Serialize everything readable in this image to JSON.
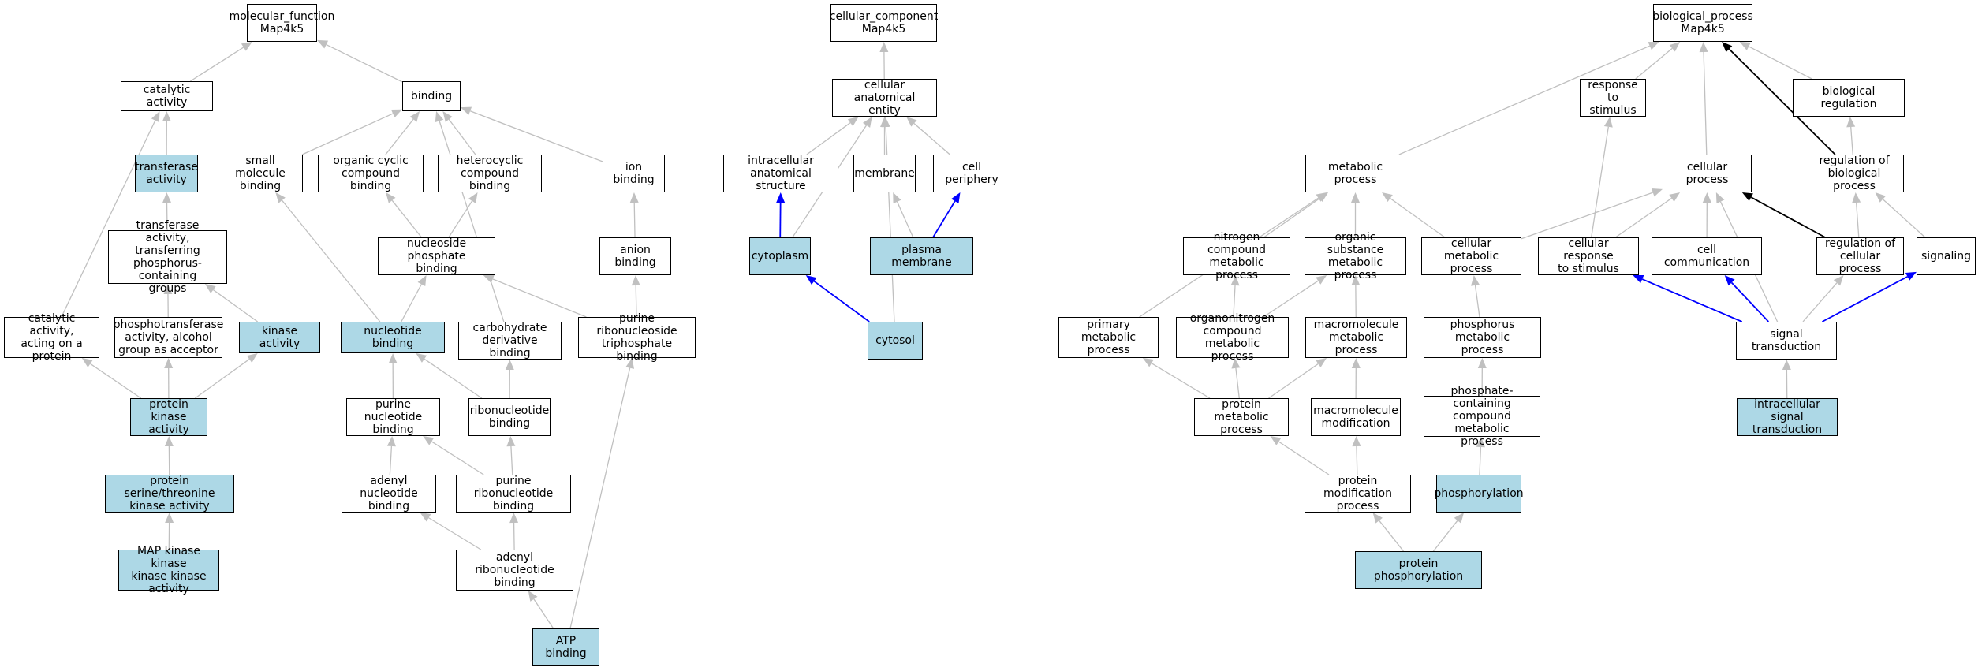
{
  "colors": {
    "highlight_fill": "#add8e6",
    "node_border": "#000000",
    "edge_default": "#c0c0c0",
    "edge_blue": "#0000ff",
    "edge_black": "#000000"
  },
  "nodes": {
    "mf_root": {
      "label": "molecular_function\nMap4k5",
      "hl": false
    },
    "catalytic_activity": {
      "label": "catalytic activity",
      "hl": false
    },
    "binding": {
      "label": "binding",
      "hl": false
    },
    "transferase_activity": {
      "label": "transferase\nactivity",
      "hl": true
    },
    "small_molecule_binding": {
      "label": "small molecule\nbinding",
      "hl": false
    },
    "organic_cyclic_binding": {
      "label": "organic cyclic\ncompound binding",
      "hl": false
    },
    "heterocyclic_binding": {
      "label": "heterocyclic\ncompound binding",
      "hl": false
    },
    "ion_binding": {
      "label": "ion binding",
      "hl": false
    },
    "transferase_phospho": {
      "label": "transferase\nactivity, transferring\nphosphorus-containing\ngroups",
      "hl": false
    },
    "nucleoside_phosphate_binding": {
      "label": "nucleoside phosphate\nbinding",
      "hl": false
    },
    "anion_binding": {
      "label": "anion binding",
      "hl": false
    },
    "catalytic_on_protein": {
      "label": "catalytic activity,\nacting on a\nprotein",
      "hl": false
    },
    "phosphotransferase": {
      "label": "phosphotransferase\nactivity, alcohol\ngroup as acceptor",
      "hl": false
    },
    "kinase_activity": {
      "label": "kinase activity",
      "hl": true
    },
    "nucleotide_binding": {
      "label": "nucleotide binding",
      "hl": true
    },
    "carbohydrate_deriv_binding": {
      "label": "carbohydrate\nderivative binding",
      "hl": false
    },
    "purine_ribonucleoside_tp_binding": {
      "label": "purine ribonucleoside\ntriphosphate\nbinding",
      "hl": false
    },
    "protein_kinase_activity": {
      "label": "protein kinase\nactivity",
      "hl": true
    },
    "purine_nucleotide_binding": {
      "label": "purine nucleotide\nbinding",
      "hl": false
    },
    "ribonucleotide_binding": {
      "label": "ribonucleotide\nbinding",
      "hl": false
    },
    "protein_ser_thr_kinase": {
      "label": "protein serine/threonine\nkinase activity",
      "hl": true
    },
    "adenyl_nucleotide_binding": {
      "label": "adenyl nucleotide\nbinding",
      "hl": false
    },
    "purine_ribonucleotide_binding": {
      "label": "purine ribonucleotide\nbinding",
      "hl": false
    },
    "map_kkk_activity": {
      "label": "MAP kinase kinase\nkinase kinase\nactivity",
      "hl": true
    },
    "adenyl_ribonucleotide_binding": {
      "label": "adenyl ribonucleotide\nbinding",
      "hl": false
    },
    "atp_binding": {
      "label": "ATP binding",
      "hl": true
    },
    "cc_root": {
      "label": "cellular_component\nMap4k5",
      "hl": false
    },
    "cellular_anatomical_entity": {
      "label": "cellular anatomical\nentity",
      "hl": false
    },
    "intracellular_structure": {
      "label": "intracellular\nanatomical structure",
      "hl": false
    },
    "membrane": {
      "label": "membrane",
      "hl": false
    },
    "cell_periphery": {
      "label": "cell periphery",
      "hl": false
    },
    "cytoplasm": {
      "label": "cytoplasm",
      "hl": true
    },
    "plasma_membrane": {
      "label": "plasma membrane",
      "hl": true
    },
    "cytosol": {
      "label": "cytosol",
      "hl": true
    },
    "bp_root": {
      "label": "biological_process\nMap4k5",
      "hl": false
    },
    "response_to_stimulus": {
      "label": "response to\nstimulus",
      "hl": false
    },
    "biological_regulation": {
      "label": "biological regulation",
      "hl": false
    },
    "metabolic_process": {
      "label": "metabolic process",
      "hl": false
    },
    "cellular_process": {
      "label": "cellular process",
      "hl": false
    },
    "regulation_bio_process": {
      "label": "regulation of\nbiological process",
      "hl": false
    },
    "nitrogen_compound_metabolic": {
      "label": "nitrogen compound\nmetabolic process",
      "hl": false
    },
    "organic_substance_metabolic": {
      "label": "organic substance\nmetabolic process",
      "hl": false
    },
    "cellular_metabolic": {
      "label": "cellular metabolic\nprocess",
      "hl": false
    },
    "cellular_response_stimulus": {
      "label": "cellular response\nto stimulus",
      "hl": false
    },
    "cell_communication": {
      "label": "cell communication",
      "hl": false
    },
    "regulation_cellular_process": {
      "label": "regulation of\ncellular process",
      "hl": false
    },
    "signaling": {
      "label": "signaling",
      "hl": false
    },
    "primary_metabolic": {
      "label": "primary metabolic\nprocess",
      "hl": false
    },
    "organonitrogen_metabolic": {
      "label": "organonitrogen\ncompound metabolic\nprocess",
      "hl": false
    },
    "macromolecule_metabolic": {
      "label": "macromolecule\nmetabolic process",
      "hl": false
    },
    "phosphorus_metabolic": {
      "label": "phosphorus metabolic\nprocess",
      "hl": false
    },
    "signal_transduction": {
      "label": "signal transduction",
      "hl": false
    },
    "protein_metabolic": {
      "label": "protein metabolic\nprocess",
      "hl": false
    },
    "macromolecule_modification": {
      "label": "macromolecule\nmodification",
      "hl": false
    },
    "phosphate_compound_metabolic": {
      "label": "phosphate-containing\ncompound metabolic\nprocess",
      "hl": false
    },
    "intracellular_signal_transduction": {
      "label": "intracellular\nsignal transduction",
      "hl": true
    },
    "protein_modification_process": {
      "label": "protein modification\nprocess",
      "hl": false
    },
    "phosphorylation": {
      "label": "phosphorylation",
      "hl": true
    },
    "protein_phosphorylation": {
      "label": "protein phosphorylation",
      "hl": true
    }
  },
  "edges": [
    [
      "catalytic_activity",
      "mf_root",
      "gray"
    ],
    [
      "binding",
      "mf_root",
      "gray"
    ],
    [
      "transferase_activity",
      "catalytic_activity",
      "gray"
    ],
    [
      "small_molecule_binding",
      "binding",
      "gray"
    ],
    [
      "organic_cyclic_binding",
      "binding",
      "gray"
    ],
    [
      "heterocyclic_binding",
      "binding",
      "gray"
    ],
    [
      "ion_binding",
      "binding",
      "gray"
    ],
    [
      "transferase_phospho",
      "transferase_activity",
      "gray"
    ],
    [
      "nucleoside_phosphate_binding",
      "organic_cyclic_binding",
      "gray"
    ],
    [
      "nucleoside_phosphate_binding",
      "heterocyclic_binding",
      "gray"
    ],
    [
      "anion_binding",
      "ion_binding",
      "gray"
    ],
    [
      "catalytic_on_protein",
      "catalytic_activity",
      "gray"
    ],
    [
      "phosphotransferase",
      "transferase_phospho",
      "gray"
    ],
    [
      "kinase_activity",
      "transferase_phospho",
      "gray"
    ],
    [
      "nucleotide_binding",
      "small_molecule_binding",
      "gray"
    ],
    [
      "nucleotide_binding",
      "nucleoside_phosphate_binding",
      "gray"
    ],
    [
      "carbohydrate_deriv_binding",
      "binding",
      "gray"
    ],
    [
      "purine_ribonucleoside_tp_binding",
      "nucleoside_phosphate_binding",
      "gray"
    ],
    [
      "purine_ribonucleoside_tp_binding",
      "anion_binding",
      "gray"
    ],
    [
      "protein_kinase_activity",
      "catalytic_on_protein",
      "gray"
    ],
    [
      "protein_kinase_activity",
      "phosphotransferase",
      "gray"
    ],
    [
      "protein_kinase_activity",
      "kinase_activity",
      "gray"
    ],
    [
      "purine_nucleotide_binding",
      "nucleotide_binding",
      "gray"
    ],
    [
      "ribonucleotide_binding",
      "nucleotide_binding",
      "gray"
    ],
    [
      "ribonucleotide_binding",
      "carbohydrate_deriv_binding",
      "gray"
    ],
    [
      "protein_ser_thr_kinase",
      "protein_kinase_activity",
      "gray"
    ],
    [
      "adenyl_nucleotide_binding",
      "purine_nucleotide_binding",
      "gray"
    ],
    [
      "purine_ribonucleotide_binding",
      "purine_nucleotide_binding",
      "gray"
    ],
    [
      "purine_ribonucleotide_binding",
      "ribonucleotide_binding",
      "gray"
    ],
    [
      "map_kkk_activity",
      "protein_ser_thr_kinase",
      "gray"
    ],
    [
      "adenyl_ribonucleotide_binding",
      "adenyl_nucleotide_binding",
      "gray"
    ],
    [
      "adenyl_ribonucleotide_binding",
      "purine_ribonucleotide_binding",
      "gray"
    ],
    [
      "atp_binding",
      "adenyl_ribonucleotide_binding",
      "gray"
    ],
    [
      "atp_binding",
      "purine_ribonucleoside_tp_binding",
      "gray"
    ],
    [
      "cellular_anatomical_entity",
      "cc_root",
      "gray"
    ],
    [
      "intracellular_structure",
      "cellular_anatomical_entity",
      "gray"
    ],
    [
      "membrane",
      "cellular_anatomical_entity",
      "gray"
    ],
    [
      "cell_periphery",
      "cellular_anatomical_entity",
      "gray"
    ],
    [
      "cytoplasm",
      "intracellular_structure",
      "blue"
    ],
    [
      "cytoplasm",
      "cellular_anatomical_entity",
      "gray"
    ],
    [
      "plasma_membrane",
      "membrane",
      "gray"
    ],
    [
      "plasma_membrane",
      "cell_periphery",
      "blue"
    ],
    [
      "cytosol",
      "cytoplasm",
      "blue"
    ],
    [
      "cytosol",
      "cellular_anatomical_entity",
      "gray"
    ],
    [
      "response_to_stimulus",
      "bp_root",
      "gray"
    ],
    [
      "biological_regulation",
      "bp_root",
      "gray"
    ],
    [
      "metabolic_process",
      "bp_root",
      "gray"
    ],
    [
      "cellular_process",
      "bp_root",
      "gray"
    ],
    [
      "regulation_bio_process",
      "bp_root",
      "black"
    ],
    [
      "regulation_bio_process",
      "biological_regulation",
      "gray"
    ],
    [
      "nitrogen_compound_metabolic",
      "metabolic_process",
      "gray"
    ],
    [
      "organic_substance_metabolic",
      "metabolic_process",
      "gray"
    ],
    [
      "cellular_metabolic",
      "metabolic_process",
      "gray"
    ],
    [
      "cellular_metabolic",
      "cellular_process",
      "gray"
    ],
    [
      "cellular_response_stimulus",
      "response_to_stimulus",
      "gray"
    ],
    [
      "cellular_response_stimulus",
      "cellular_process",
      "gray"
    ],
    [
      "cell_communication",
      "cellular_process",
      "gray"
    ],
    [
      "regulation_cellular_process",
      "cellular_process",
      "black"
    ],
    [
      "regulation_cellular_process",
      "regulation_bio_process",
      "gray"
    ],
    [
      "signaling",
      "regulation_bio_process",
      "gray"
    ],
    [
      "primary_metabolic",
      "metabolic_process",
      "gray"
    ],
    [
      "organonitrogen_metabolic",
      "nitrogen_compound_metabolic",
      "gray"
    ],
    [
      "organonitrogen_metabolic",
      "organic_substance_metabolic",
      "gray"
    ],
    [
      "macromolecule_metabolic",
      "organic_substance_metabolic",
      "gray"
    ],
    [
      "phosphorus_metabolic",
      "cellular_metabolic",
      "gray"
    ],
    [
      "signal_transduction",
      "cellular_response_stimulus",
      "blue"
    ],
    [
      "signal_transduction",
      "cell_communication",
      "blue"
    ],
    [
      "signal_transduction",
      "regulation_cellular_process",
      "gray"
    ],
    [
      "signal_transduction",
      "signaling",
      "blue"
    ],
    [
      "signal_transduction",
      "cellular_process",
      "gray"
    ],
    [
      "protein_metabolic",
      "primary_metabolic",
      "gray"
    ],
    [
      "protein_metabolic",
      "organonitrogen_metabolic",
      "gray"
    ],
    [
      "protein_metabolic",
      "macromolecule_metabolic",
      "gray"
    ],
    [
      "macromolecule_modification",
      "macromolecule_metabolic",
      "gray"
    ],
    [
      "phosphate_compound_metabolic",
      "phosphorus_metabolic",
      "gray"
    ],
    [
      "intracellular_signal_transduction",
      "signal_transduction",
      "gray"
    ],
    [
      "protein_modification_process",
      "protein_metabolic",
      "gray"
    ],
    [
      "protein_modification_process",
      "macromolecule_modification",
      "gray"
    ],
    [
      "phosphorylation",
      "phosphate_compound_metabolic",
      "gray"
    ],
    [
      "protein_phosphorylation",
      "protein_modification_process",
      "gray"
    ],
    [
      "protein_phosphorylation",
      "phosphorylation",
      "gray"
    ]
  ]
}
